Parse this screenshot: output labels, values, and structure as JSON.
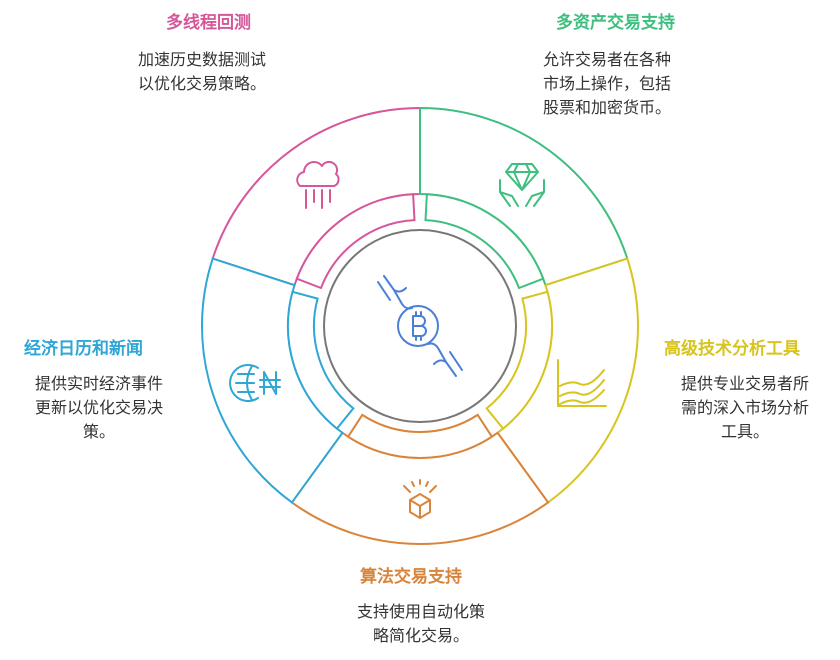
{
  "colors": {
    "pink": "#d6569a",
    "green": "#3fbf7f",
    "yellow": "#d8c41e",
    "orange": "#d9843a",
    "blue": "#2ea6d6",
    "center": "#777777",
    "bitcoin": "#4a7fd8"
  },
  "sections": [
    {
      "id": "multithread-backtest",
      "color": "pink",
      "icon": "cloud-rain-icon",
      "title": "多线程回测",
      "desc": "加速历史数据测试\n以优化交易策略。"
    },
    {
      "id": "multi-asset",
      "color": "green",
      "icon": "diamond-hands-icon",
      "title": "多资产交易支持",
      "desc": "允许交易者在各种\n市场上操作，包括\n股票和加密货币。"
    },
    {
      "id": "technical-analysis",
      "color": "yellow",
      "icon": "chart-icon",
      "title": "高级技术分析工具",
      "desc": "提供专业交易者所\n需的深入市场分析\n工具。"
    },
    {
      "id": "algo-trading",
      "color": "orange",
      "icon": "box-icon",
      "title": "算法交易支持",
      "desc": "支持使用自动化策\n略简化交易。"
    },
    {
      "id": "economic-calendar",
      "color": "blue",
      "icon": "globe-currency-icon",
      "title": "经济日历和新闻",
      "desc": "提供实时经济事件\n更新以优化交易决\n策。"
    }
  ]
}
